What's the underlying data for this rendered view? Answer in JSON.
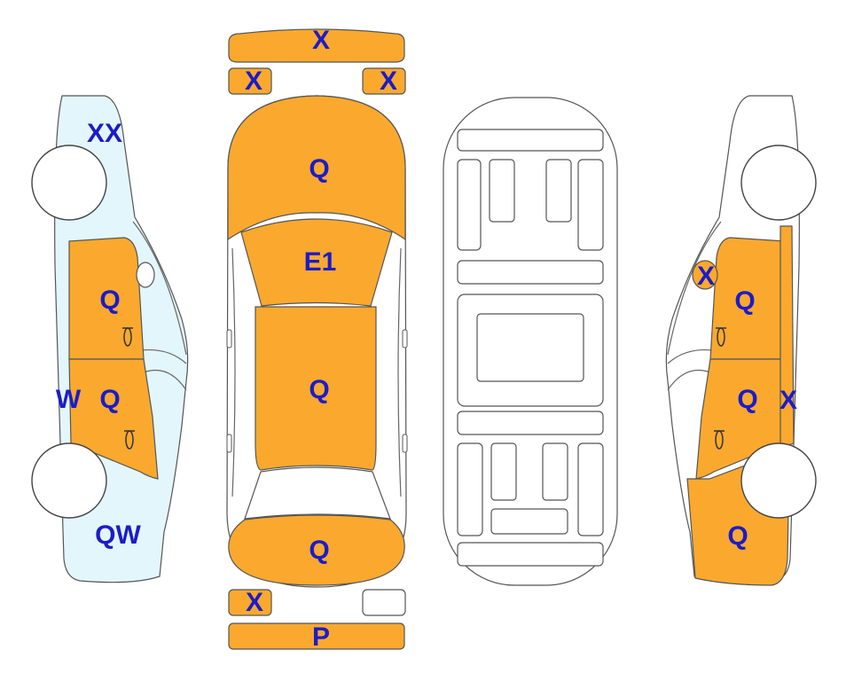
{
  "diagram": {
    "colors": {
      "damaged_panel": "#FAA92E",
      "side_glass_tint": "#E3F6FB",
      "label": "#1C1CC8",
      "outline": "#555555"
    },
    "top_bumper": {
      "code": "X"
    },
    "front_left_corner": {
      "code": "X"
    },
    "front_right_corner": {
      "code": "X"
    },
    "hood": {
      "code": "Q"
    },
    "windshield": {
      "code": "E1"
    },
    "roof": {
      "code": "Q"
    },
    "trunk": {
      "code": "Q"
    },
    "rear_left_corner": {
      "code": "X"
    },
    "rear_bumper": {
      "code": "P"
    },
    "left_side": {
      "front_fender": {
        "code": "XX"
      },
      "front_door": {
        "code": "Q"
      },
      "rear_door": {
        "code": "Q"
      },
      "sill": {
        "code": "W"
      },
      "rear_quarter": {
        "code": "QW"
      }
    },
    "right_side": {
      "mirror": {
        "code": "X"
      },
      "front_door": {
        "code": "Q"
      },
      "rear_door": {
        "code": "Q"
      },
      "pillar": {
        "code": "X"
      },
      "rear_quarter": {
        "code": "Q"
      }
    }
  }
}
